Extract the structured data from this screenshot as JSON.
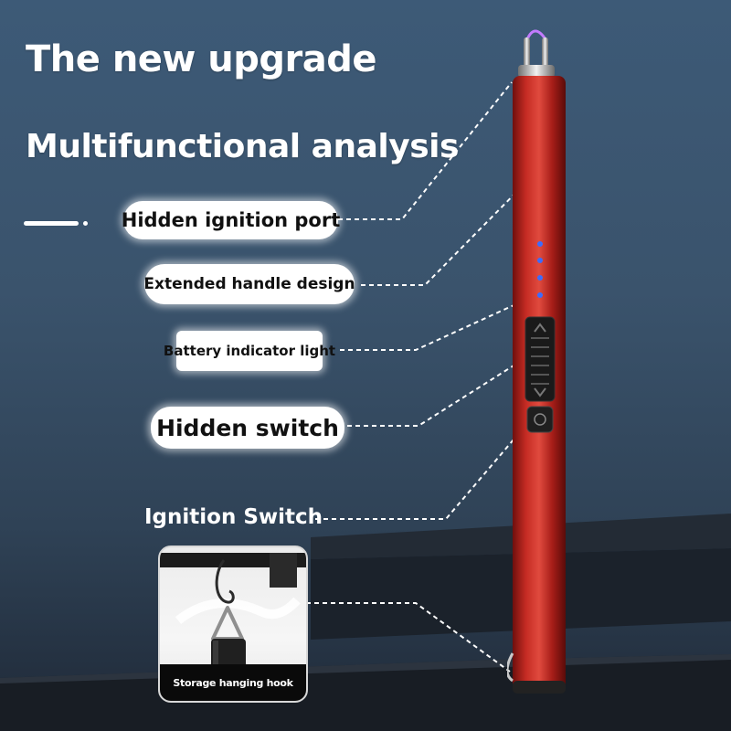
{
  "headline": {
    "line1": "The new upgrade",
    "line2": "Multifunctional analysis"
  },
  "callouts": {
    "ignition_port": "Hidden ignition port",
    "handle_design": "Extended handle design",
    "battery_indicator": "Battery indicator light",
    "hidden_switch": "Hidden switch",
    "ignition_switch": "Ignition Switch",
    "hanging_hook": "Storage hanging hook"
  },
  "colors": {
    "background": "#3d5a77",
    "lighter_body": "#b3231f",
    "indicator_led": "#3b6cff",
    "arc": "#c27bff"
  }
}
